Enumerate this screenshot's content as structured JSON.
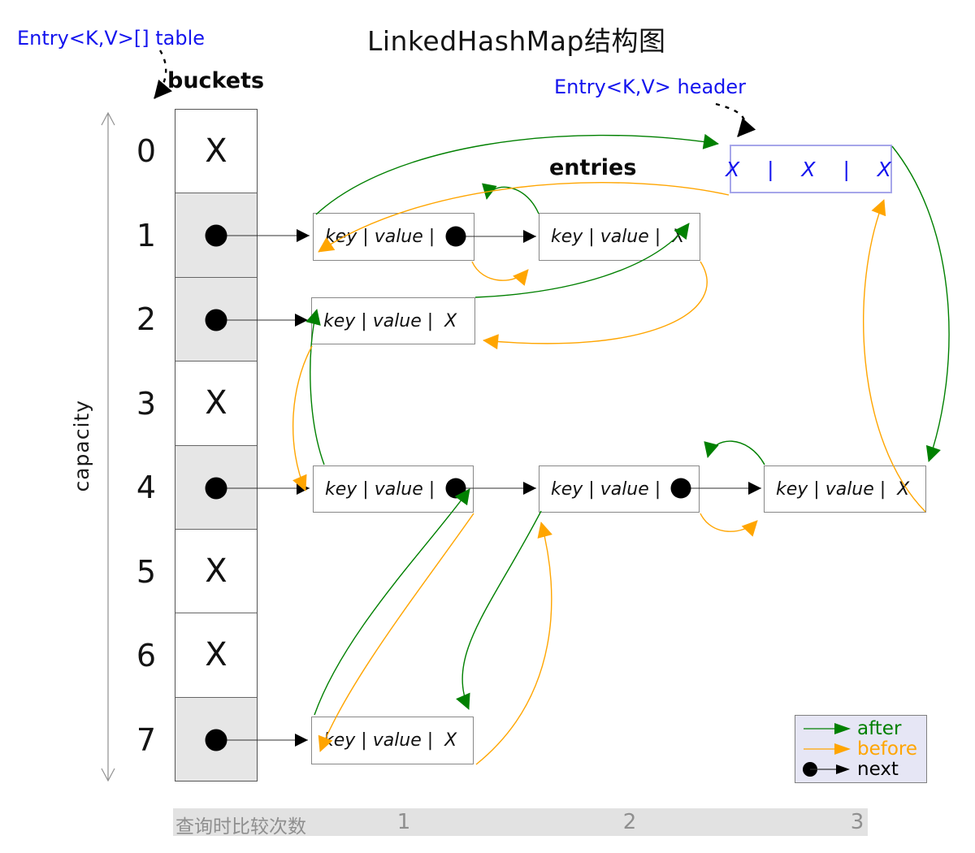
{
  "title": "LinkedHashMap结构图",
  "labels": {
    "table_pointer": "Entry<K,V>[] table",
    "buckets": "buckets",
    "header_pointer": "Entry<K,V> header",
    "entries": "entries",
    "capacity": "capacity"
  },
  "bucket_array": {
    "rows": [
      {
        "index": "0",
        "mark": "X",
        "shaded": false,
        "has_entry": false
      },
      {
        "index": "1",
        "mark": "",
        "shaded": true,
        "has_entry": true
      },
      {
        "index": "2",
        "mark": "",
        "shaded": true,
        "has_entry": true
      },
      {
        "index": "3",
        "mark": "X",
        "shaded": false,
        "has_entry": false
      },
      {
        "index": "4",
        "mark": "",
        "shaded": true,
        "has_entry": true
      },
      {
        "index": "5",
        "mark": "X",
        "shaded": false,
        "has_entry": false
      },
      {
        "index": "6",
        "mark": "X",
        "shaded": false,
        "has_entry": false
      },
      {
        "index": "7",
        "mark": "",
        "shaded": true,
        "has_entry": true
      }
    ]
  },
  "header_box": {
    "text": "X  |  X  |  X"
  },
  "entry_boxes": [
    {
      "id": "row1-entry1",
      "label": "key | value |",
      "next_pointer": "dot"
    },
    {
      "id": "row1-entry2",
      "label": "key | value |  X",
      "next_pointer": "null"
    },
    {
      "id": "row2-entry1",
      "label": "key | value |  X",
      "next_pointer": "null"
    },
    {
      "id": "row4-entry1",
      "label": "key | value |",
      "next_pointer": "dot"
    },
    {
      "id": "row4-entry2",
      "label": "key | value |",
      "next_pointer": "dot"
    },
    {
      "id": "row4-entry3",
      "label": "key | value |  X",
      "next_pointer": "null"
    },
    {
      "id": "row7-entry1",
      "label": "key | value |  X",
      "next_pointer": "null"
    }
  ],
  "legend": {
    "items": [
      {
        "label": "after",
        "color": "#008000",
        "style": "arrow"
      },
      {
        "label": "before",
        "color": "#FFA500",
        "style": "arrow"
      },
      {
        "label": "next",
        "color": "#000000",
        "style": "dot-arrow"
      }
    ]
  },
  "footer": {
    "label": "查询时比较次数",
    "counts": [
      "1",
      "2",
      "3"
    ]
  },
  "colors": {
    "after": "#008000",
    "before": "#FFA500",
    "next": "#000000",
    "pointer_label_blue": "#1414ee",
    "bucket_shaded": "#e6e6e6",
    "header_border": "#a6a6ea",
    "footer_bg": "#e2e2e2",
    "footer_text": "#8f8f8f",
    "legend_bg": "#e6e6f5"
  }
}
